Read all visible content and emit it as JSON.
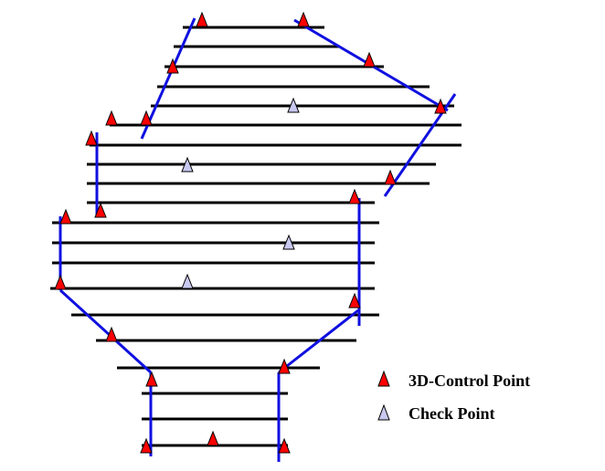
{
  "legend": {
    "control_label": "3D-Control Point",
    "check_label": "Check Point"
  },
  "colors": {
    "strip": "#000000",
    "block_boundary": "#1010e0",
    "control_point": "#ff0000",
    "check_point": "#c8c8f0"
  },
  "counts": {
    "strips": 20,
    "control_points": 20,
    "check_points": 4
  }
}
